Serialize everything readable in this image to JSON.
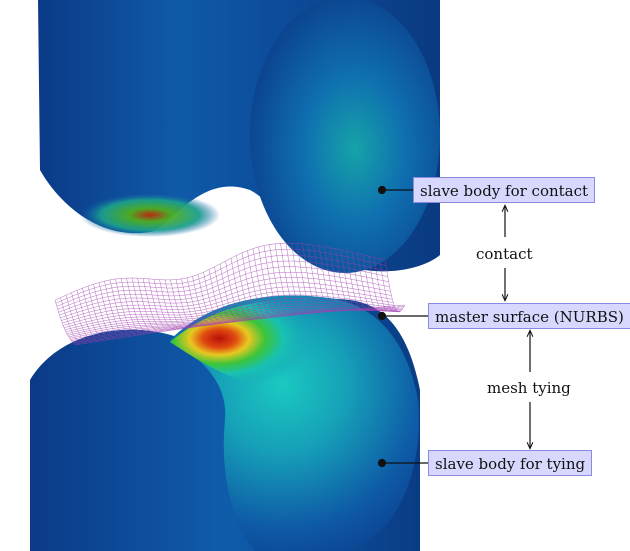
{
  "labels": {
    "slave_contact": "slave body for contact",
    "contact": "contact",
    "master_surface": "master surface (NURBS)",
    "mesh_tying": "mesh tying",
    "slave_tying": "slave body for tying"
  },
  "colors": {
    "body_dark": "#0c3f8f",
    "body_mid": "#0e62b0",
    "body_cyan": "#19c3b0",
    "hot_red": "#c0180a",
    "hot_yellow": "#e8d020",
    "hot_green": "#2dbd3a",
    "nurbs_line": "#a040b0",
    "label_fill": "#d8d8ff",
    "label_border": "#8a8ae0"
  }
}
